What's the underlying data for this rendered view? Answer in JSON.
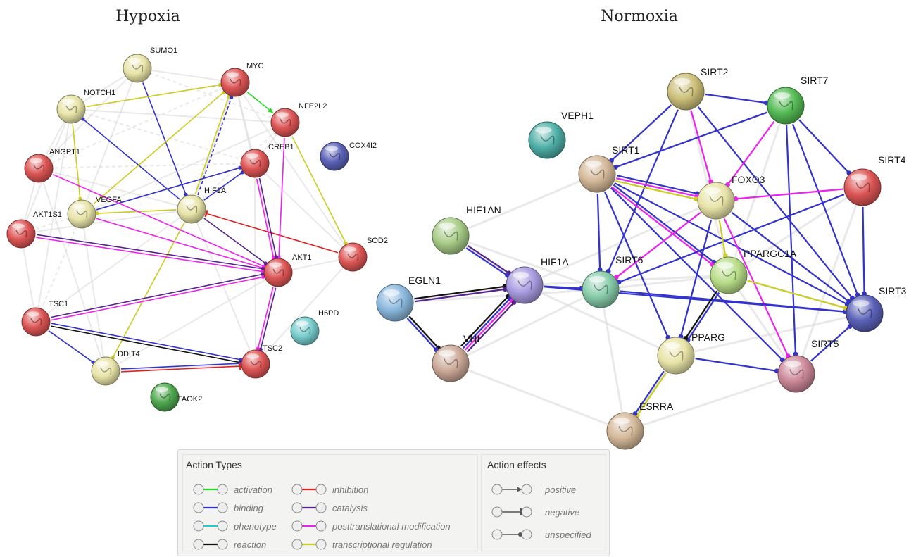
{
  "titles": {
    "hypoxia": "Hypoxia",
    "normoxia": "Normoxia"
  },
  "colors": {
    "activation": "#22dd22",
    "binding": "#3333cc",
    "phenotype": "#22cccc",
    "reaction": "#111111",
    "inhibition": "#dd2222",
    "catalysis": "#55238b",
    "posttranslational modification": "#ee22ee",
    "transcriptional regulation": "#cccc22",
    "association": "#cccccc"
  },
  "hypoxia": {
    "nodes": [
      {
        "id": "SUMO1",
        "label": "SUMO1",
        "color": "#e8e4a8"
      },
      {
        "id": "MYC",
        "label": "MYC",
        "color": "#dd5555"
      },
      {
        "id": "NOTCH1",
        "label": "NOTCH1",
        "color": "#e8e4a8"
      },
      {
        "id": "NFE2L2",
        "label": "NFE2L2",
        "color": "#dd5555"
      },
      {
        "id": "CREB1",
        "label": "CREB1",
        "color": "#dd5555"
      },
      {
        "id": "COX4I2",
        "label": "COX4I2",
        "color": "#5b62b8"
      },
      {
        "id": "ANGPT1",
        "label": "ANGPT1",
        "color": "#dd5555"
      },
      {
        "id": "HIF1A",
        "label": "HIF1A",
        "color": "#e8e4a8"
      },
      {
        "id": "VEGFA",
        "label": "VEGFA",
        "color": "#e8e4a8"
      },
      {
        "id": "AKT1S1",
        "label": "AKT1S1",
        "color": "#dd5555"
      },
      {
        "id": "SOD2",
        "label": "SOD2",
        "color": "#dd5555"
      },
      {
        "id": "AKT1",
        "label": "AKT1",
        "color": "#dd5555"
      },
      {
        "id": "TSC1",
        "label": "TSC1",
        "color": "#dd5555"
      },
      {
        "id": "H6PD",
        "label": "H6PD",
        "color": "#77cccc"
      },
      {
        "id": "DDIT4",
        "label": "DDIT4",
        "color": "#e8e4a8"
      },
      {
        "id": "TSC2",
        "label": "TSC2",
        "color": "#dd5555"
      },
      {
        "id": "TAOK2",
        "label": "TAOK2",
        "color": "#4fa84f"
      }
    ],
    "edges": [
      {
        "from": "SUMO1",
        "to": "HIF1A",
        "type": "binding"
      },
      {
        "from": "NOTCH1",
        "to": "MYC",
        "type": "transcriptional regulation"
      },
      {
        "from": "NOTCH1",
        "to": "VEGFA",
        "type": "transcriptional regulation"
      },
      {
        "from": "HIF1A",
        "to": "NOTCH1",
        "type": "binding"
      },
      {
        "from": "HIF1A",
        "to": "MYC",
        "type": "transcriptional regulation"
      },
      {
        "from": "HIF1A",
        "to": "MYC",
        "type": "binding"
      },
      {
        "from": "HIF1A",
        "to": "CREB1",
        "type": "binding"
      },
      {
        "from": "HIF1A",
        "to": "VEGFA",
        "type": "transcriptional regulation"
      },
      {
        "from": "HIF1A",
        "to": "DDIT4",
        "type": "transcriptional regulation"
      },
      {
        "from": "HIF1A",
        "to": "AKT1",
        "type": "catalysis"
      },
      {
        "from": "SOD2",
        "to": "HIF1A",
        "type": "inhibition"
      },
      {
        "from": "MYC",
        "to": "NFE2L2",
        "type": "activation"
      },
      {
        "from": "VEGFA",
        "to": "MYC",
        "type": "transcriptional regulation"
      },
      {
        "from": "VEGFA",
        "to": "CREB1",
        "type": "binding"
      },
      {
        "from": "VEGFA",
        "to": "AKT1",
        "type": "posttranslational modification"
      },
      {
        "from": "ANGPT1",
        "to": "AKT1",
        "type": "posttranslational modification"
      },
      {
        "from": "AKT1S1",
        "to": "AKT1",
        "type": "catalysis"
      },
      {
        "from": "AKT1S1",
        "to": "AKT1",
        "type": "posttranslational modification"
      },
      {
        "from": "NFE2L2",
        "to": "SOD2",
        "type": "transcriptional regulation"
      },
      {
        "from": "NFE2L2",
        "to": "AKT1",
        "type": "posttranslational modification"
      },
      {
        "from": "CREB1",
        "to": "AKT1",
        "type": "catalysis"
      },
      {
        "from": "CREB1",
        "to": "AKT1",
        "type": "posttranslational modification"
      },
      {
        "from": "AKT1",
        "to": "TSC2",
        "type": "catalysis"
      },
      {
        "from": "AKT1",
        "to": "TSC2",
        "type": "posttranslational modification"
      },
      {
        "from": "TSC1",
        "to": "AKT1",
        "type": "catalysis"
      },
      {
        "from": "TSC1",
        "to": "AKT1",
        "type": "posttranslational modification"
      },
      {
        "from": "TSC1",
        "to": "TSC2",
        "type": "binding"
      },
      {
        "from": "TSC1",
        "to": "TSC2",
        "type": "reaction"
      },
      {
        "from": "TSC1",
        "to": "DDIT4",
        "type": "binding"
      },
      {
        "from": "DDIT4",
        "to": "TSC2",
        "type": "binding"
      },
      {
        "from": "DDIT4",
        "to": "TSC2",
        "type": "inhibition"
      }
    ]
  },
  "normoxia": {
    "nodes": [
      {
        "id": "VEPH1",
        "label": "VEPH1",
        "color": "#4fb0a8"
      },
      {
        "id": "SIRT2",
        "label": "SIRT2",
        "color": "#ccc07a"
      },
      {
        "id": "SIRT7",
        "label": "SIRT7",
        "color": "#55bb55"
      },
      {
        "id": "SIRT1",
        "label": "SIRT1",
        "color": "#d4b898"
      },
      {
        "id": "FOXO3",
        "label": "FOXO3",
        "color": "#e8e4a8"
      },
      {
        "id": "SIRT4",
        "label": "SIRT4",
        "color": "#dd5555"
      },
      {
        "id": "HIF1AN",
        "label": "HIF1AN",
        "color": "#a8cc88"
      },
      {
        "id": "HIF1A",
        "label": "HIF1A",
        "color": "#a99be0"
      },
      {
        "id": "EGLN1",
        "label": "EGLN1",
        "color": "#8ab8dd"
      },
      {
        "id": "SIRT6",
        "label": "SIRT6",
        "color": "#88ccaa"
      },
      {
        "id": "PPARGC1A",
        "label": "PPARGC1A",
        "color": "#b8dd88"
      },
      {
        "id": "SIRT3",
        "label": "SIRT3",
        "color": "#5b62b8"
      },
      {
        "id": "VHL",
        "label": "VHL",
        "color": "#ccaa99"
      },
      {
        "id": "PPARG",
        "label": "PPARG",
        "color": "#e8e4a8"
      },
      {
        "id": "SIRT5",
        "label": "SIRT5",
        "color": "#cc8899"
      },
      {
        "id": "ESRRA",
        "label": "ESRRA",
        "color": "#d4b898"
      }
    ],
    "edges": [
      {
        "from": "HIF1AN",
        "to": "HIF1A",
        "type": "catalysis"
      },
      {
        "from": "HIF1AN",
        "to": "HIF1A",
        "type": "binding"
      },
      {
        "from": "EGLN1",
        "to": "HIF1A",
        "type": "reaction"
      },
      {
        "from": "EGLN1",
        "to": "HIF1A",
        "type": "catalysis"
      },
      {
        "from": "EGLN1",
        "to": "VHL",
        "type": "reaction"
      },
      {
        "from": "EGLN1",
        "to": "VHL",
        "type": "binding"
      },
      {
        "from": "VHL",
        "to": "HIF1A",
        "type": "reaction"
      },
      {
        "from": "VHL",
        "to": "HIF1A",
        "type": "binding"
      },
      {
        "from": "VHL",
        "to": "HIF1A",
        "type": "posttranslational modification"
      },
      {
        "from": "VHL",
        "to": "HIF1A",
        "type": "catalysis"
      },
      {
        "from": "HIF1A",
        "to": "SIRT6",
        "type": "binding"
      },
      {
        "from": "HIF1A",
        "to": "SIRT3",
        "type": "binding"
      },
      {
        "from": "SIRT2",
        "to": "SIRT7",
        "type": "binding"
      },
      {
        "from": "SIRT2",
        "to": "SIRT1",
        "type": "binding"
      },
      {
        "from": "SIRT2",
        "to": "FOXO3",
        "type": "posttranslational modification"
      },
      {
        "from": "SIRT2",
        "to": "SIRT3",
        "type": "binding"
      },
      {
        "from": "SIRT2",
        "to": "SIRT6",
        "type": "binding"
      },
      {
        "from": "SIRT7",
        "to": "SIRT1",
        "type": "binding"
      },
      {
        "from": "SIRT7",
        "to": "SIRT4",
        "type": "binding"
      },
      {
        "from": "SIRT7",
        "to": "SIRT3",
        "type": "binding"
      },
      {
        "from": "SIRT7",
        "to": "SIRT5",
        "type": "binding"
      },
      {
        "from": "SIRT7",
        "to": "FOXO3",
        "type": "posttranslational modification"
      },
      {
        "from": "SIRT1",
        "to": "FOXO3",
        "type": "binding"
      },
      {
        "from": "SIRT1",
        "to": "FOXO3",
        "type": "posttranslational modification"
      },
      {
        "from": "SIRT1",
        "to": "FOXO3",
        "type": "transcriptional regulation"
      },
      {
        "from": "SIRT1",
        "to": "SIRT6",
        "type": "binding"
      },
      {
        "from": "SIRT1",
        "to": "PPARGC1A",
        "type": "binding"
      },
      {
        "from": "SIRT1",
        "to": "PPARGC1A",
        "type": "posttranslational modification"
      },
      {
        "from": "SIRT1",
        "to": "PPARG",
        "type": "binding"
      },
      {
        "from": "SIRT1",
        "to": "SIRT5",
        "type": "binding"
      },
      {
        "from": "SIRT1",
        "to": "SIRT3",
        "type": "binding"
      },
      {
        "from": "SIRT4",
        "to": "FOXO3",
        "type": "posttranslational modification"
      },
      {
        "from": "SIRT4",
        "to": "SIRT3",
        "type": "binding"
      },
      {
        "from": "SIRT4",
        "to": "SIRT6",
        "type": "binding"
      },
      {
        "from": "FOXO3",
        "to": "SIRT6",
        "type": "posttranslational modification"
      },
      {
        "from": "FOXO3",
        "to": "SIRT3",
        "type": "binding"
      },
      {
        "from": "FOXO3",
        "to": "SIRT5",
        "type": "posttranslational modification"
      },
      {
        "from": "FOXO3",
        "to": "PPARGC1A",
        "type": "transcriptional regulation"
      },
      {
        "from": "FOXO3",
        "to": "PPARG",
        "type": "binding"
      },
      {
        "from": "SIRT6",
        "to": "SIRT3",
        "type": "binding"
      },
      {
        "from": "PPARGC1A",
        "to": "SIRT3",
        "type": "transcriptional regulation"
      },
      {
        "from": "PPARGC1A",
        "to": "PPARG",
        "type": "binding"
      },
      {
        "from": "PPARGC1A",
        "to": "PPARG",
        "type": "reaction"
      },
      {
        "from": "PPARG",
        "to": "SIRT5",
        "type": "binding"
      },
      {
        "from": "PPARG",
        "to": "ESRRA",
        "type": "transcriptional regulation"
      },
      {
        "from": "PPARG",
        "to": "ESRRA",
        "type": "binding"
      },
      {
        "from": "SIRT5",
        "to": "SIRT3",
        "type": "binding"
      }
    ]
  },
  "legend": {
    "action_types_title": "Action Types",
    "action_effects_title": "Action effects",
    "types": [
      {
        "label": "activation",
        "color": "#22dd22"
      },
      {
        "label": "binding",
        "color": "#3333cc"
      },
      {
        "label": "phenotype",
        "color": "#22cccc"
      },
      {
        "label": "reaction",
        "color": "#111111"
      },
      {
        "label": "inhibition",
        "color": "#dd2222"
      },
      {
        "label": "catalysis",
        "color": "#55238b"
      },
      {
        "label": "posttranslational modification",
        "color": "#ee22ee"
      },
      {
        "label": "transcriptional regulation",
        "color": "#cccc22"
      }
    ],
    "effects": [
      {
        "label": "positive",
        "marker": "arrow"
      },
      {
        "label": "negative",
        "marker": "bar"
      },
      {
        "label": "unspecified",
        "marker": "dot"
      }
    ]
  }
}
